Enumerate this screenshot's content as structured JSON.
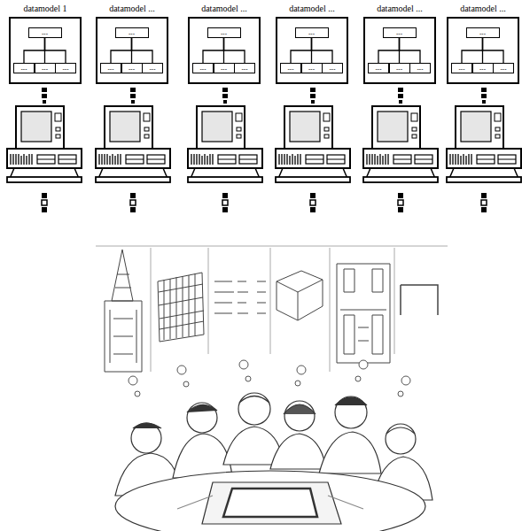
{
  "diagram": {
    "nodes": [
      {
        "text": [
          "datamodel 1"
        ]
      },
      {
        "text": [
          "---"
        ],
        "in": 0
      },
      {
        "text": [
          "---"
        ],
        "in": 0
      },
      {
        "text": [
          "---"
        ],
        "in": 0
      },
      {
        "text": [
          "---"
        ],
        "in": 0
      },
      {
        "text": [
          "datamodel ..."
        ]
      },
      {
        "text": [
          "---"
        ],
        "in": 5
      },
      {
        "text": [
          "---"
        ],
        "in": 5
      },
      {
        "text": [
          "---"
        ],
        "in": 5
      },
      {
        "text": [
          "---"
        ],
        "in": 5
      },
      {
        "text": [
          "datamodel ..."
        ]
      },
      {
        "text": [
          "---"
        ],
        "in": 10
      },
      {
        "text": [
          "---"
        ],
        "in": 10
      },
      {
        "text": [
          "---"
        ],
        "in": 10
      },
      {
        "text": [
          "---"
        ],
        "in": 10
      },
      {
        "text": [
          "datamodel ..."
        ]
      },
      {
        "text": [
          "---"
        ],
        "in": 15
      },
      {
        "text": [
          "---"
        ],
        "in": 15
      },
      {
        "text": [
          "---"
        ],
        "in": 15
      },
      {
        "text": [
          "---"
        ],
        "in": 15
      },
      {
        "text": [
          "datamodel ..."
        ]
      },
      {
        "text": [
          "---"
        ],
        "in": 20
      },
      {
        "text": [
          "---"
        ],
        "in": 20
      },
      {
        "text": [
          "---"
        ],
        "in": 20
      },
      {
        "text": [
          "---"
        ],
        "in": 20
      },
      {
        "text": [
          "datamodel ..."
        ]
      },
      {
        "text": [
          "---"
        ],
        "in": 25
      },
      {
        "text": [
          "---"
        ],
        "in": 25
      },
      {
        "text": [
          "---"
        ],
        "in": 25
      },
      {
        "text": [
          "---"
        ],
        "in": 25
      }
    ],
    "edges": [
      {
        "from": 1,
        "to": 2,
        "arrow": "none"
      },
      {
        "from": 1,
        "to": 3,
        "arrow": "none"
      },
      {
        "from": 1,
        "to": 4,
        "arrow": "none"
      },
      {
        "from": 6,
        "to": 7,
        "arrow": "none"
      },
      {
        "from": 6,
        "to": 8,
        "arrow": "none"
      },
      {
        "from": 6,
        "to": 9,
        "arrow": "none"
      },
      {
        "from": 11,
        "to": 12,
        "arrow": "none"
      },
      {
        "from": 11,
        "to": 13,
        "arrow": "none"
      },
      {
        "from": 11,
        "to": 14,
        "arrow": "none"
      },
      {
        "from": 16,
        "to": 17,
        "arrow": "none"
      },
      {
        "from": 16,
        "to": 18,
        "arrow": "none"
      },
      {
        "from": 16,
        "to": 19,
        "arrow": "none"
      },
      {
        "from": 21,
        "to": 22,
        "arrow": "none"
      },
      {
        "from": 21,
        "to": 23,
        "arrow": "none"
      },
      {
        "from": 21,
        "to": 24,
        "arrow": "none"
      },
      {
        "from": 26,
        "to": 27,
        "arrow": "none"
      },
      {
        "from": 26,
        "to": 28,
        "arrow": "none"
      },
      {
        "from": 26,
        "to": 29,
        "arrow": "none"
      }
    ]
  }
}
